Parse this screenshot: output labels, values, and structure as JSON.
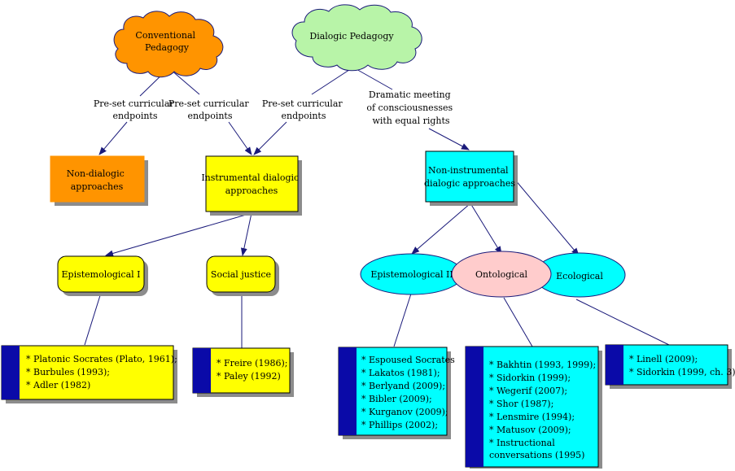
{
  "colors": {
    "orange": "#ff9400",
    "green": "#b8f4a8",
    "yellow": "#ffff00",
    "cyan": "#00ffff",
    "pink": "#ffcccc",
    "navy": "#1a1a7a",
    "blue_tab": "#0a0aa8",
    "shadow": "#8c8c8c"
  },
  "clouds": {
    "conventional": [
      "Conventional",
      "Pedagogy"
    ],
    "dialogic": [
      "Dialogic Pedagogy"
    ]
  },
  "edge_labels": {
    "conv_left": [
      "Pre-set curricular",
      "endpoints"
    ],
    "conv_right": [
      "Pre-set curricular",
      "endpoints"
    ],
    "dial_left": [
      "Pre-set curricular",
      "endpoints"
    ],
    "dial_right": [
      "Dramatic meeting",
      "of consciousnesses",
      "with equal rights"
    ]
  },
  "boxes": {
    "non_dialogic": [
      "Non-dialogic",
      "approaches"
    ],
    "instrumental": [
      "Instrumental dialogic",
      "approaches"
    ],
    "non_instrumental": [
      "Non-instrumental",
      "dialogic approaches"
    ]
  },
  "pills": {
    "epistemological_i": "Epistemological I",
    "social_justice": "Social justice"
  },
  "ellipses": {
    "epistemological_ii": "Epistemological II",
    "ontological": "Ontological",
    "ecological": "Ecological"
  },
  "references": {
    "epistemological_i": [
      "* Platonic Socrates (Plato, 1961);",
      "* Burbules (1993);",
      "* Adler (1982)"
    ],
    "social_justice": [
      "* Freire (1986);",
      "* Paley (1992)"
    ],
    "epistemological_ii": [
      "* Espoused Socrates",
      "* Lakatos (1981);",
      "* Berlyand (2009);",
      "* Bibler (2009);",
      "* Kurganov (2009);",
      "* Phillips (2002);"
    ],
    "ontological": [
      "* Bakhtin (1993, 1999);",
      "* Sidorkin (1999);",
      "* Wegerif (2007);",
      "* Shor (1987);",
      "* Lensmire (1994);",
      "* Matusov (2009);",
      "* Instructional",
      "conversations (1995)"
    ],
    "ecological": [
      "* Linell (2009);",
      "* Sidorkin (1999, ch. 3)"
    ]
  }
}
